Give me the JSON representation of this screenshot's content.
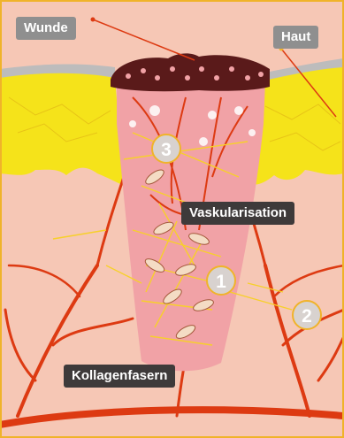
{
  "labels": {
    "wunde": "Wunde",
    "haut": "Haut",
    "vaskularisation": "Vaskularisation",
    "kollagenfasern": "Kollagenfasern"
  },
  "badges": {
    "one": "1",
    "two": "2",
    "three": "3"
  },
  "colors": {
    "background": "#f6c7b5",
    "skin": "#f5e31a",
    "wound_scab": "#5a1a1a",
    "vessels": "#dd3a12",
    "wound_tissue": "#f1a2a6",
    "collagen": "#f7d02a",
    "label_gray": "#8f8f8f",
    "label_dark": "#3e3a3a",
    "badge_fill": "#d8d2cf",
    "badge_ring": "#f0b32a",
    "frame": "#f0b32a"
  }
}
